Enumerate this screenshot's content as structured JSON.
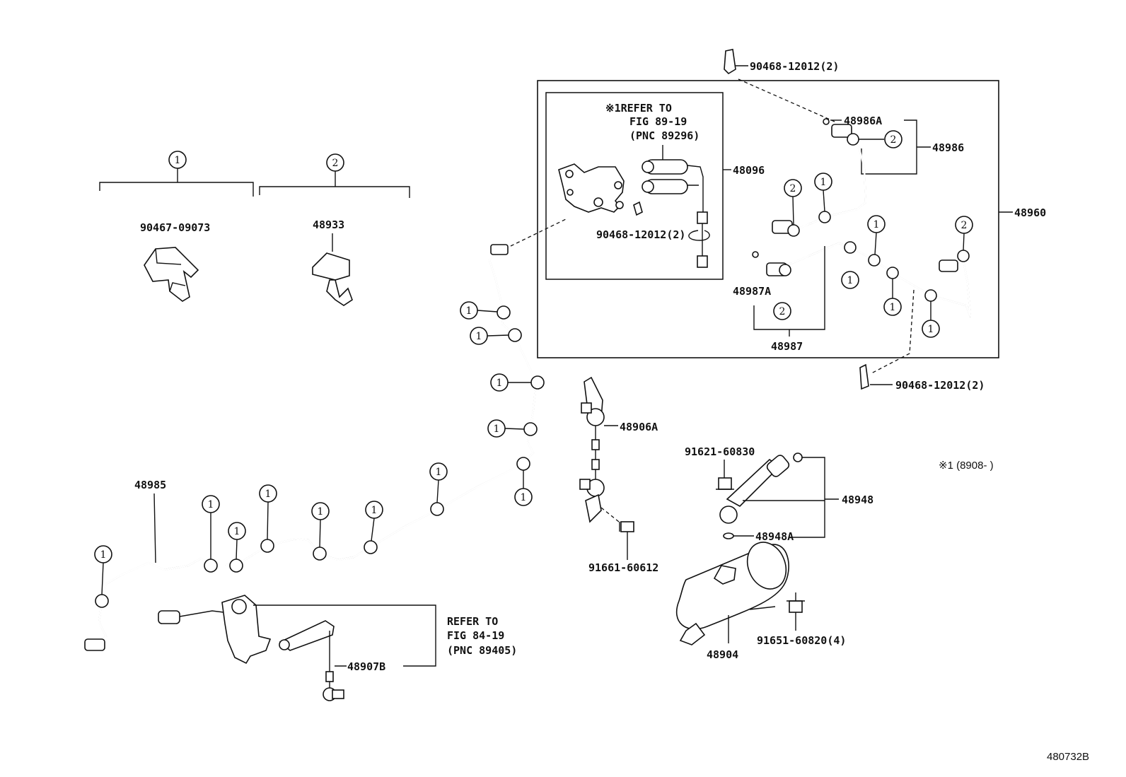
{
  "labels": {
    "p_90468_top": "90468-12012(2)",
    "p_48986A": "48986A",
    "p_48986": "48986",
    "p_48096": "48096",
    "p_48960": "48960",
    "p_90468_inner": "90468-12012(2)",
    "p_48987A": "48987A",
    "p_48987": "48987",
    "p_90468_bottom": "90468-12012(2)",
    "p_90467": "90467-09073",
    "p_48933": "48933",
    "p_48985": "48985",
    "p_48906A": "48906A",
    "p_91621": "91621-60830",
    "p_48948": "48948",
    "p_48948A": "48948A",
    "p_91661": "91661-60612",
    "p_48907B": "48907B",
    "p_48904": "48904",
    "p_91651": "91651-60820(4)"
  },
  "notes": {
    "refer_inner_l1": "※1REFER TO",
    "refer_inner_l2": "FIG 89-19",
    "refer_inner_l3": "(PNC 89296)",
    "refer_outer_l1": "REFER TO",
    "refer_outer_l2": "FIG 84-19",
    "refer_outer_l3": "(PNC 89405)",
    "footnote": "※1 (8908-      )",
    "figure_code": "480732B"
  },
  "callouts": {
    "one": "1",
    "two": "2"
  },
  "icons": {
    "clamp_type_1": "pipe-clamp-icon",
    "clamp_type_2": "pipe-clamp-icon",
    "valve": "solenoid-valve-icon",
    "tank": "air-tank-icon",
    "bolt": "bolt-icon",
    "clip": "clip-icon"
  }
}
